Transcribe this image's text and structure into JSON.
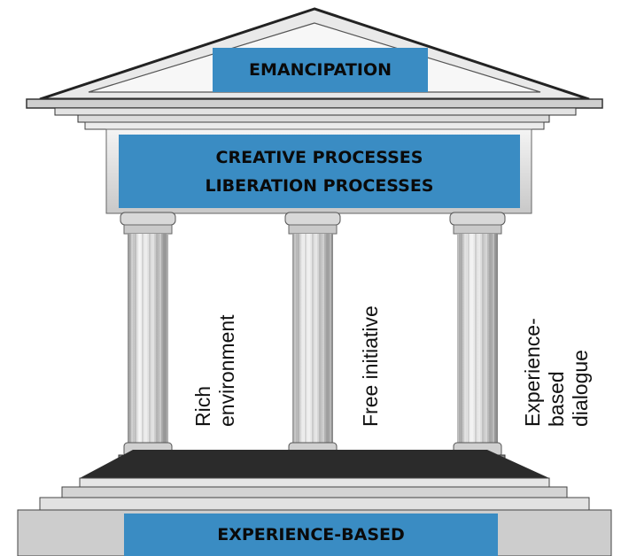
{
  "roof": {
    "label": "EMANCIPATION"
  },
  "beam": {
    "lines": [
      "CREATIVE PROCESSES",
      "LIBERATION PROCESSES"
    ]
  },
  "pillars": [
    {
      "lines": [
        "Rich",
        "environment"
      ]
    },
    {
      "lines": [
        "Free initiative"
      ]
    },
    {
      "lines": [
        "Experience-",
        "based",
        "dialogue"
      ]
    }
  ],
  "foundation": {
    "label": "EXPERIENCE-BASED"
  },
  "colors": {
    "label_fill": "#3a8cc3",
    "stone_light": "#e6e6e6",
    "stone_dark": "#2c2c2c"
  }
}
